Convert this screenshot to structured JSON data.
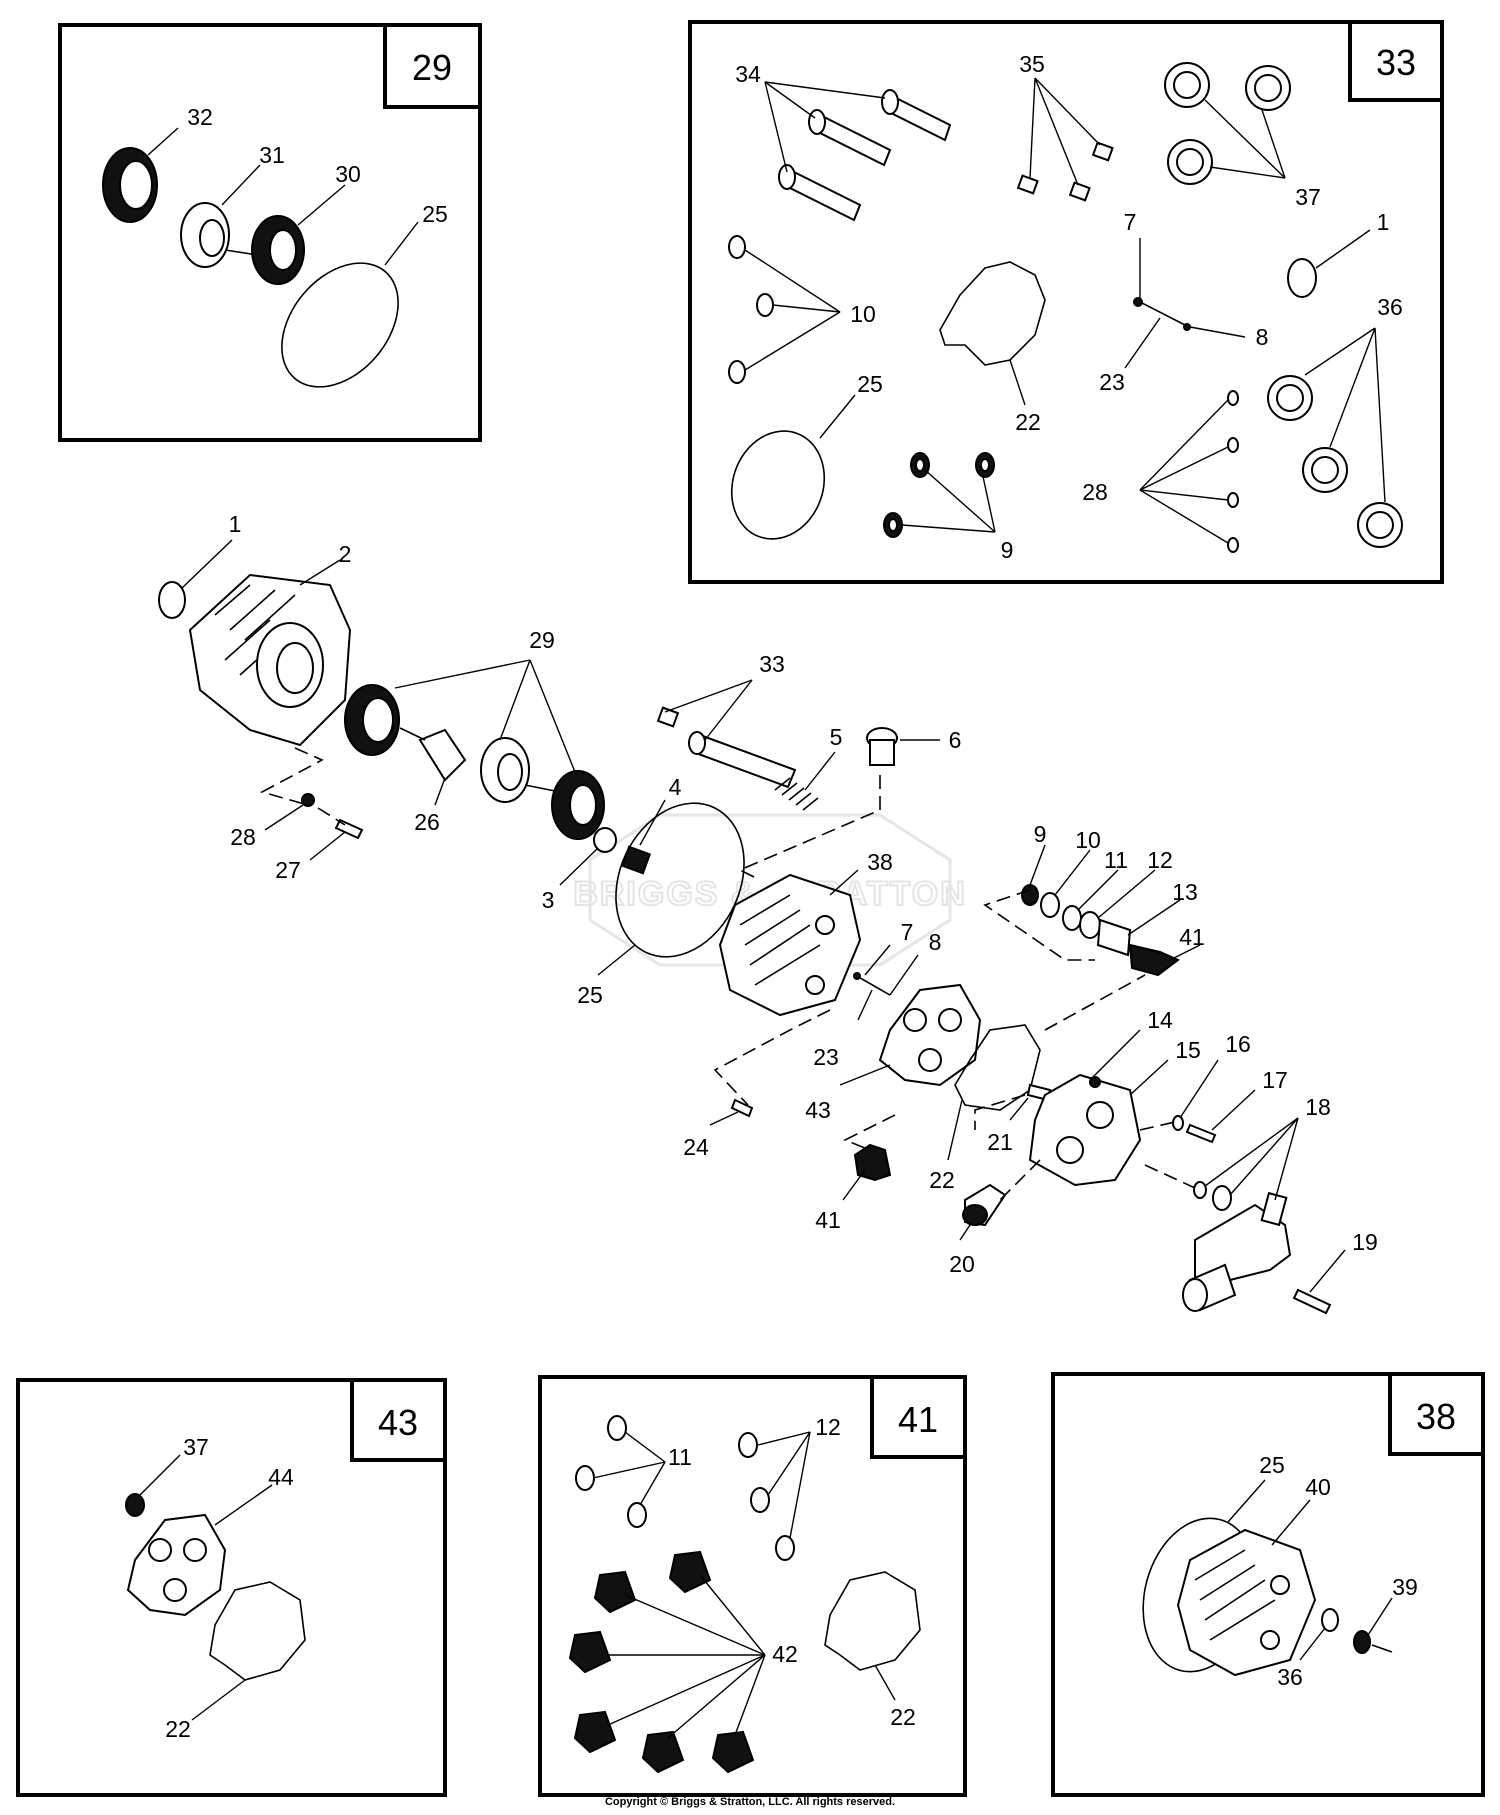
{
  "watermark": "BRIGGS & STRATTON",
  "copyright": "Copyright © Briggs & Stratton, LLC. All rights reserved.",
  "insets": {
    "box29": "29",
    "box33": "33",
    "box43": "43",
    "box41": "41",
    "box38": "38"
  },
  "callouts": {
    "b29_32": "32",
    "b29_31": "31",
    "b29_30": "30",
    "b29_25": "25",
    "b33_34": "34",
    "b33_35": "35",
    "b33_37": "37",
    "b33_1": "1",
    "b33_7": "7",
    "b33_8": "8",
    "b33_10": "10",
    "b33_22": "22",
    "b33_23": "23",
    "b33_36": "36",
    "b33_25": "25",
    "b33_28": "28",
    "b33_9": "9",
    "m_1": "1",
    "m_2": "2",
    "m_29": "29",
    "m_33": "33",
    "m_5": "5",
    "m_6": "6",
    "m_4": "4",
    "m_38": "38",
    "m_28": "28",
    "m_26": "26",
    "m_27": "27",
    "m_3": "3",
    "m_25": "25",
    "m_9": "9",
    "m_10": "10",
    "m_11": "11",
    "m_12": "12",
    "m_13": "13",
    "m_41a": "41",
    "m_7": "7",
    "m_8": "8",
    "m_23": "23",
    "m_43": "43",
    "m_14": "14",
    "m_15": "15",
    "m_16": "16",
    "m_17": "17",
    "m_18": "18",
    "m_24": "24",
    "m_22": "22",
    "m_21": "21",
    "m_41b": "41",
    "m_20": "20",
    "m_19": "19",
    "b43_37": "37",
    "b43_44": "44",
    "b43_22": "22",
    "b41_11": "11",
    "b41_12": "12",
    "b41_42": "42",
    "b41_22": "22",
    "b38_25": "25",
    "b38_40": "40",
    "b38_39": "39",
    "b38_36": "36"
  }
}
